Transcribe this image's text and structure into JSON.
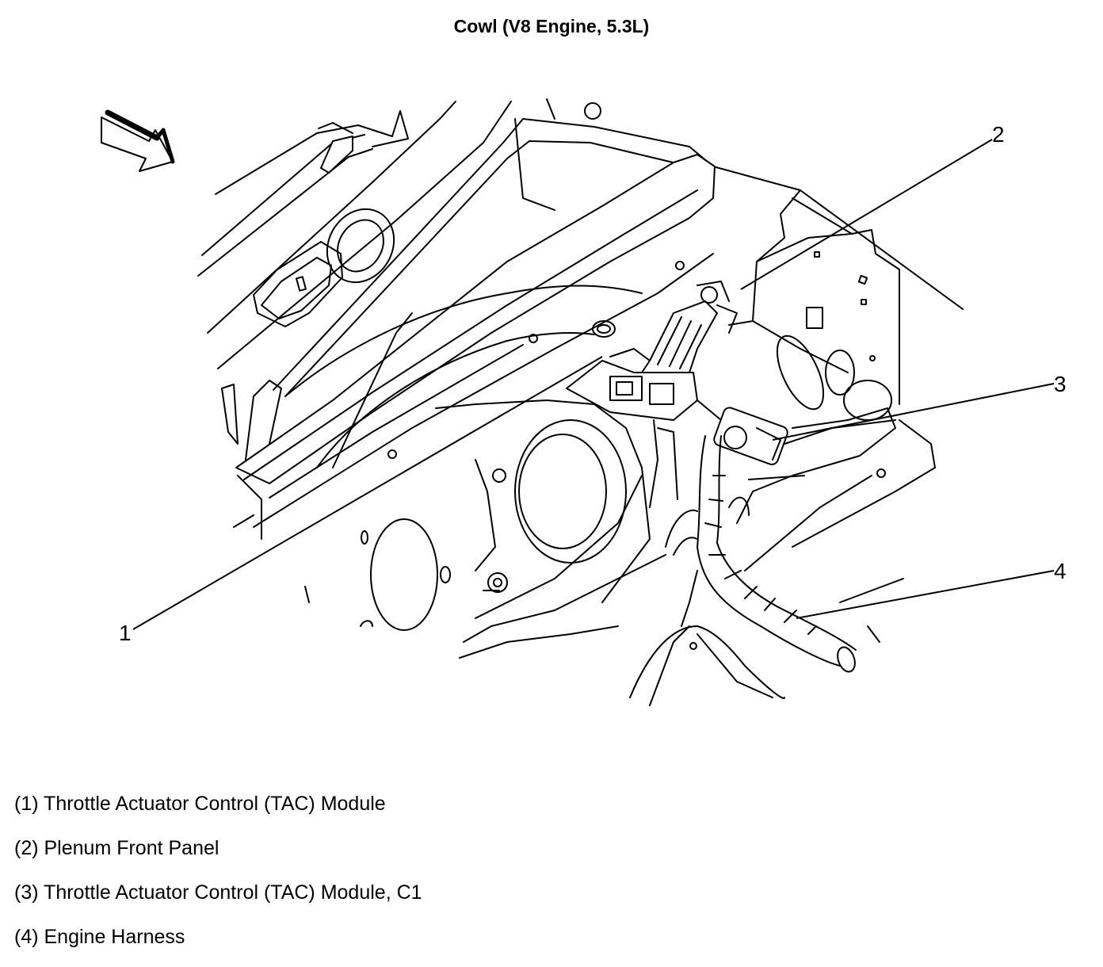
{
  "title": "Cowl (V8 Engine, 5.3L)",
  "callouts": [
    {
      "number": "1"
    },
    {
      "number": "2"
    },
    {
      "number": "3"
    },
    {
      "number": "4"
    }
  ],
  "legend": [
    {
      "text": "(1) Throttle Actuator Control (TAC) Module"
    },
    {
      "text": "(2) Plenum Front Panel"
    },
    {
      "text": "(3) Throttle Actuator Control (TAC) Module, C1"
    },
    {
      "text": "(4) Engine Harness"
    }
  ],
  "colors": {
    "line": "#000000",
    "background": "#ffffff"
  },
  "icons": {
    "direction_arrow": "forward-direction-arrow-icon"
  }
}
